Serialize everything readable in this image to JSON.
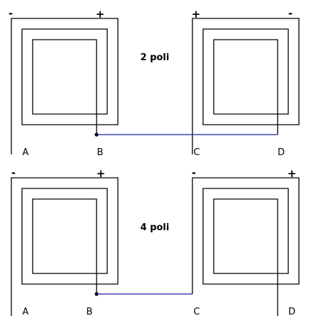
{
  "colors": {
    "line": "#000000",
    "connection": "#1f1fa0",
    "background": "#ffffff"
  },
  "diagrams": [
    {
      "title": "2 poli",
      "coil_left": {
        "sign_left": "-",
        "sign_right": "+",
        "terminal_left": "A",
        "terminal_right": "B"
      },
      "coil_right": {
        "sign_left": "+",
        "sign_right": "-",
        "terminal_left": "C",
        "terminal_right": "D"
      }
    },
    {
      "title": "4 poli",
      "coil_left": {
        "sign_left": "-",
        "sign_right": "+",
        "terminal_left": "A",
        "terminal_right": "B"
      },
      "coil_right": {
        "sign_left": "-",
        "sign_right": "+",
        "terminal_left": "C",
        "terminal_right": "D"
      }
    }
  ]
}
